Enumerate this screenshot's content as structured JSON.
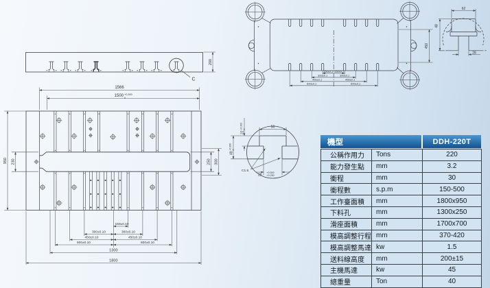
{
  "drawings": {
    "side_view": {
      "thickness": "200",
      "detail_ref": "C"
    },
    "bolster_view": {
      "overall_width": "1566",
      "slot_width": "1500",
      "slot_width_tol_hi": "+0.300",
      "slot_width_tol_lo": "0",
      "overall_depth": "950",
      "slot_mouth_width": "230",
      "slot_depth": "250",
      "slot_zone_depth": "300",
      "pitch_150": "150±0.10",
      "pitch_300": "300±0.10",
      "pitch_450": "450±0.10",
      "pitch_600": "600±0.10",
      "die_hole_length": "1300",
      "table_length": "1800"
    },
    "detail_c": {
      "slot_top_width": "50",
      "upper_depth": "22",
      "upper_tol_hi": "+0.200",
      "upper_tol_lo": "0",
      "total_depth": "49",
      "total_tol_hi": "+0.200",
      "total_tol_lo": "0",
      "chamfer": "C1.5",
      "neck_width": "28",
      "neck_tol_hi": "+0.500",
      "neck_tol_lo": "+0.250"
    },
    "slide_view": {
      "depth": "450",
      "pitch_150": "150±0.1",
      "pitch_300": "300±0.1",
      "pitch_450": "450±0.1",
      "pitch_600": "600±0.1"
    },
    "tslot_detail": {
      "top_width": "62",
      "depth": "48",
      "neck_width": "28"
    }
  },
  "spec_table": {
    "header": {
      "label": "機型",
      "value": "DDH-220T"
    },
    "header_color": "#1a63ac",
    "rows": [
      {
        "label": "公稱作用力",
        "unit": "Tons",
        "value": "220"
      },
      {
        "label": "能力發生點",
        "unit": "mm",
        "value": "3.2"
      },
      {
        "label": "衝程",
        "unit": "mm",
        "value": "30"
      },
      {
        "label": "衝程數",
        "unit": "s.p.m",
        "value": "150-500"
      },
      {
        "label": "工作臺面積",
        "unit": "mm",
        "value": "1800x950"
      },
      {
        "label": "下料孔",
        "unit": "mm",
        "value": "1300x250"
      },
      {
        "label": "滑座面積",
        "unit": "mm",
        "value": "1700x700"
      },
      {
        "label": "模高調整行程",
        "unit": "mm",
        "value": "370-420"
      },
      {
        "label": "模高調整馬達",
        "unit": "kw",
        "value": "1.5"
      },
      {
        "label": "送料線高度",
        "unit": "mm",
        "value": "200±15"
      },
      {
        "label": "主機馬達",
        "unit": "kw",
        "value": "45"
      },
      {
        "label": "總重量",
        "unit": "Ton",
        "value": "40"
      }
    ]
  }
}
